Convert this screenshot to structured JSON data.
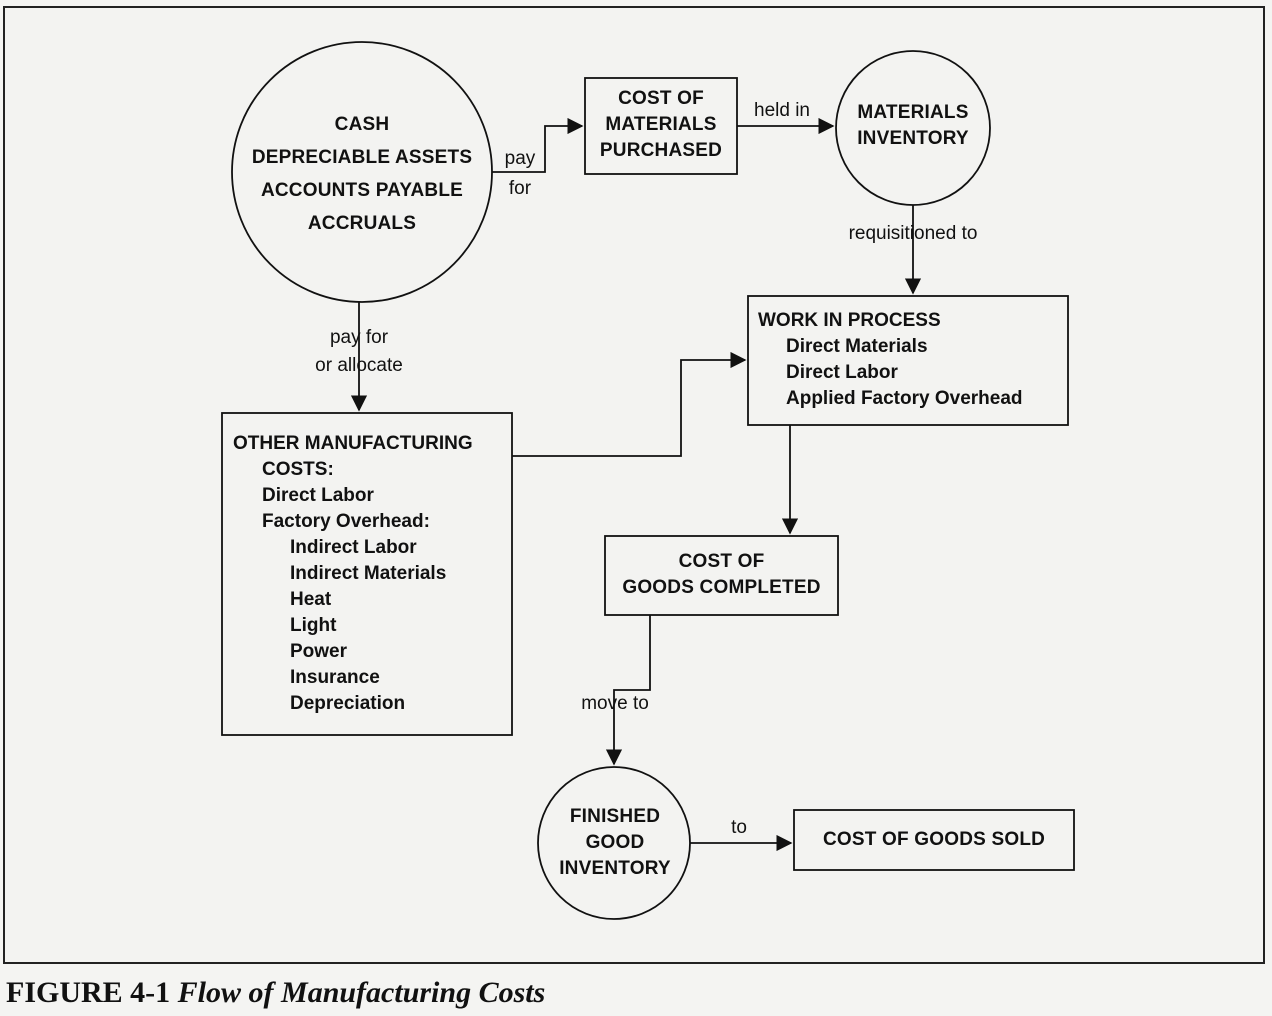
{
  "nodes": {
    "cash_assets": {
      "lines": [
        "CASH",
        "DEPRECIABLE ASSETS",
        "ACCOUNTS PAYABLE",
        "ACCRUALS"
      ]
    },
    "cost_materials_purchased": {
      "lines": [
        "COST OF",
        "MATERIALS",
        "PURCHASED"
      ]
    },
    "materials_inventory": {
      "lines": [
        "MATERIALS",
        "INVENTORY"
      ]
    },
    "work_in_process": {
      "heading": "WORK IN PROCESS",
      "items": [
        "Direct Materials",
        "Direct Labor",
        "Applied Factory Overhead"
      ]
    },
    "other_manufacturing_costs": {
      "heading": "OTHER MANUFACTURING",
      "subheading": "COSTS:",
      "items": [
        "Direct Labor",
        "Factory Overhead:"
      ],
      "overhead_items": [
        "Indirect Labor",
        "Indirect Materials",
        "Heat",
        "Light",
        "Power",
        "Insurance",
        "Depreciation"
      ]
    },
    "cost_goods_completed": {
      "lines": [
        "COST OF",
        "GOODS COMPLETED"
      ]
    },
    "finished_good_inventory": {
      "lines": [
        "FINISHED",
        "GOOD",
        "INVENTORY"
      ]
    },
    "cost_goods_sold": {
      "lines": [
        "COST OF GOODS SOLD"
      ]
    }
  },
  "edges": {
    "pay_for_top": [
      "pay",
      "for"
    ],
    "held_in": "held in",
    "requisitioned_to": "requisitioned to",
    "pay_for_allocate": [
      "pay for",
      "or allocate"
    ],
    "move_to": "move to",
    "to": "to"
  },
  "caption": {
    "figure": "FIGURE 4-1",
    "title": "Flow of Manufacturing Costs"
  }
}
